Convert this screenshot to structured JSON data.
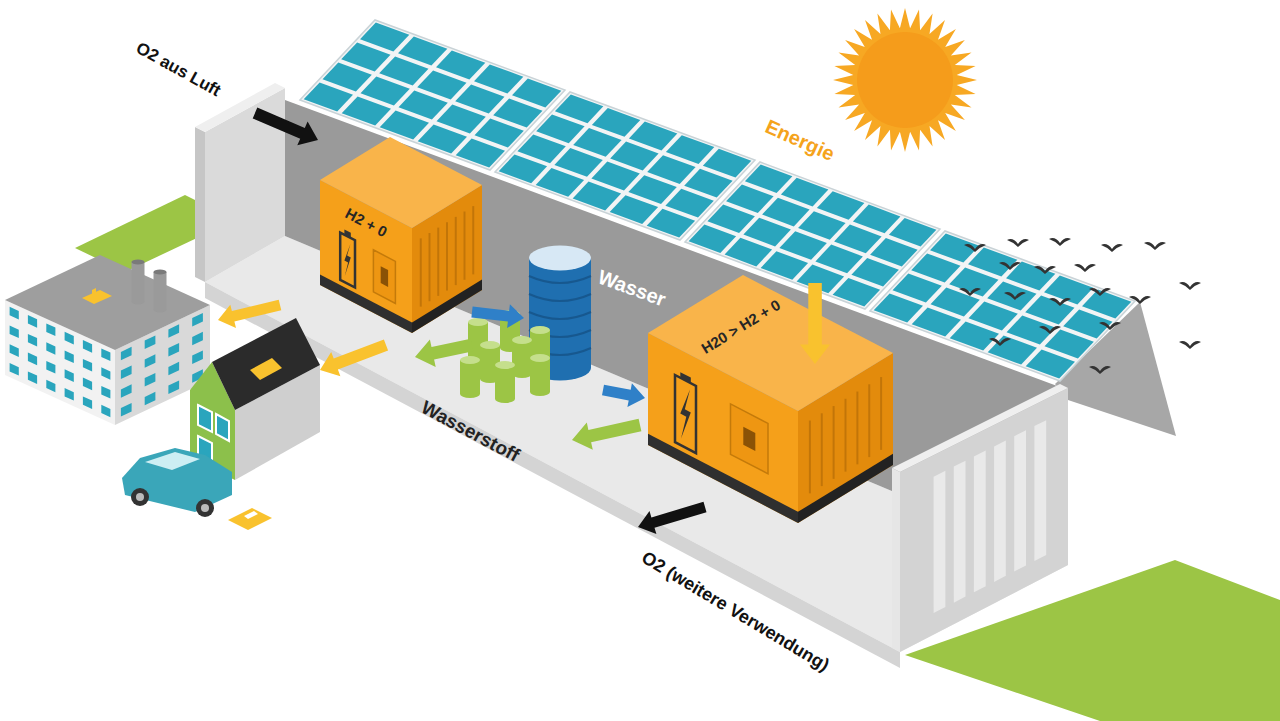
{
  "diagram": {
    "nodes": [
      {
        "text": [
          "H2 + 0"
        ]
      },
      {
        "text": [
          "H20 > H2 + 0"
        ]
      }
    ],
    "labels": [
      "O2 aus Luft",
      "Energie",
      "Wasser",
      "Wasserstoff",
      "O2 (weitere Verwendung)"
    ]
  }
}
